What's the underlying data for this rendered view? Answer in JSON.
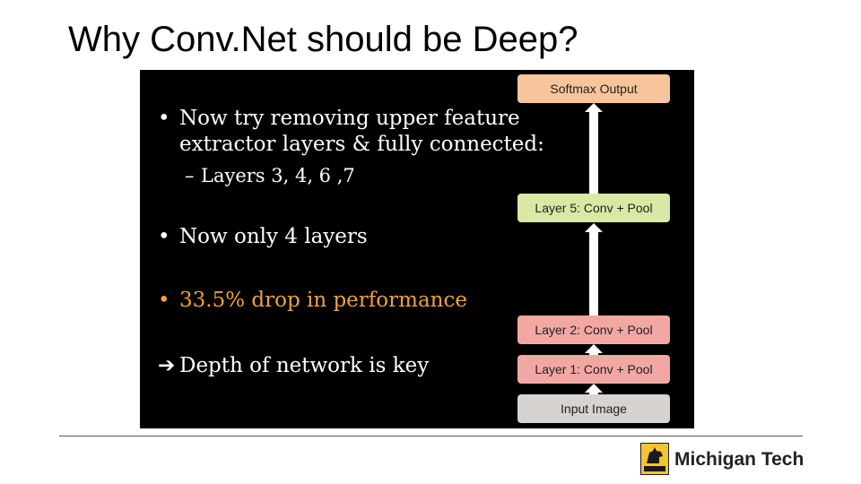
{
  "slide": {
    "title": "Why Conv.Net should be Deep?"
  },
  "panel": {
    "bullets": [
      {
        "marker": "•",
        "text": "Now try removing upper feature\nextractor layers & fully connected:"
      },
      {
        "marker": "–",
        "text": "Layers 3, 4, 6 ,7"
      },
      {
        "marker": "•",
        "text": "Now only 4 layers"
      },
      {
        "marker": "•",
        "text": "33.5% drop in performance"
      },
      {
        "marker": "➔",
        "text": "Depth of network is key"
      }
    ],
    "layers": {
      "softmax": "Softmax Output",
      "layer5": "Layer 5: Conv + Pool",
      "layer2": "Layer 2: Conv + Pool",
      "layer1": "Layer 1: Conv + Pool",
      "input": "Input Image"
    }
  },
  "footer": {
    "brand": "Michigan Tech",
    "logo_icon": "husky-logo-icon"
  },
  "colors": {
    "highlight": "#f0a23a",
    "softmax": "#f7c49b",
    "layer5": "#d9e8a4",
    "low_layers": "#f2a7a3",
    "input": "#d6d3d0"
  }
}
